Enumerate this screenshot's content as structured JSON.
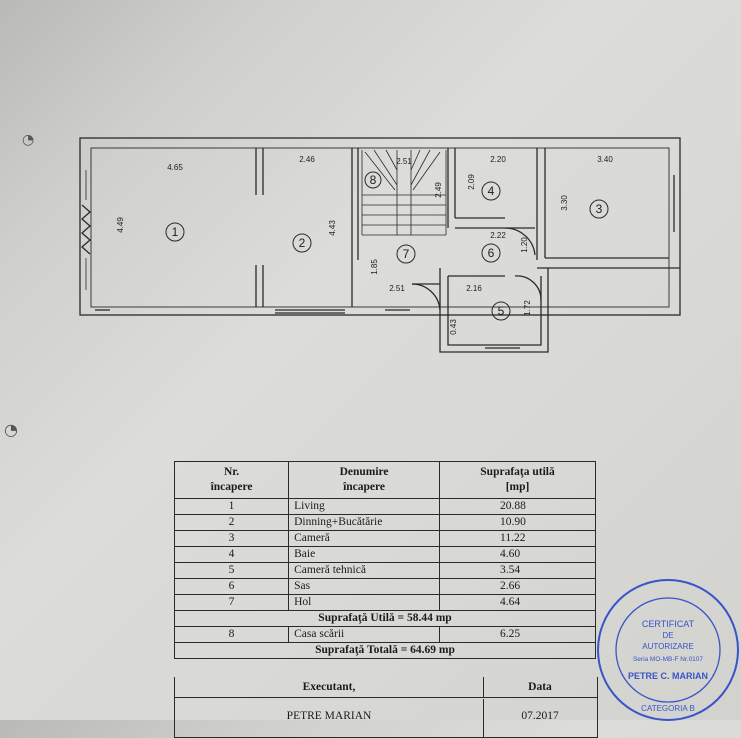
{
  "plan": {
    "dims": {
      "living_w": "4.65",
      "living_h": "4.49",
      "dining_w": "2.46",
      "dining_h": "4.43",
      "stair_w": "2.51",
      "stair_h": "2.49",
      "baie_w": "2.20",
      "baie_h": "2.09",
      "camera_w": "3.40",
      "camera_h": "3.30",
      "sas_w": "2.22",
      "sas_h": "1.20",
      "hol_w": "2.51",
      "hol_h": "1.85",
      "tech_w": "2.16",
      "tech_h": "1.72",
      "tech_small": "0.43"
    },
    "room_numbers": [
      "1",
      "2",
      "3",
      "4",
      "5",
      "6",
      "7",
      "8"
    ]
  },
  "table": {
    "headers": [
      "Nr.\nîncapere",
      "Denumire\nîncapere",
      "Suprafaţa utilă\n[mp]"
    ],
    "rows": [
      {
        "nr": "1",
        "name": "Living",
        "area": "20.88"
      },
      {
        "nr": "2",
        "name": "Dinning+Bucătărie",
        "area": "10.90"
      },
      {
        "nr": "3",
        "name": "Cameră",
        "area": "11.22"
      },
      {
        "nr": "4",
        "name": "Baie",
        "area": "4.60"
      },
      {
        "nr": "5",
        "name": "Cameră tehnică",
        "area": "3.54"
      },
      {
        "nr": "6",
        "name": "Sas",
        "area": "2.66"
      },
      {
        "nr": "7",
        "name": "Hol",
        "area": "4.64"
      }
    ],
    "useful_total": "Suprafaţă Utilă = 58.44 mp",
    "stair_row": {
      "nr": "8",
      "name": "Casa scării",
      "area": "6.25"
    },
    "grand_total": "Suprafaţă Totală = 64.69 mp",
    "executant_label": "Executant,",
    "date_label": "Data",
    "executant_value": "PETRE MARIAN",
    "date_value": "07.2017"
  },
  "stamp": {
    "top": "CERTIFICAT",
    "mid1": "DE",
    "mid2": "AUTORIZARE",
    "serie": "Seria MO-MB-F Nr.0107",
    "name": "PETRE C. MARIAN",
    "ring": "CATEGORIA B",
    "color": "#3a54c9"
  }
}
